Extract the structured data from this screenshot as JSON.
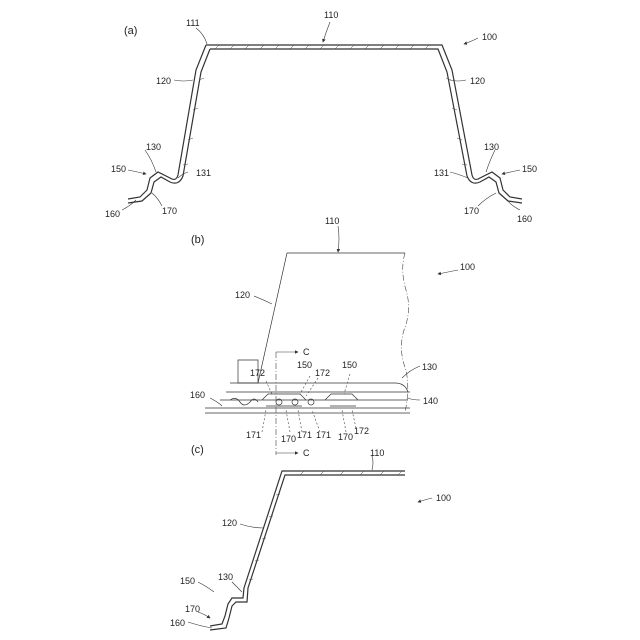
{
  "panels": {
    "a": "(a)",
    "b": "(b)",
    "c": "(c)"
  },
  "labels_a": {
    "r110": "110",
    "r111": "111",
    "r100": "100",
    "r120l": "120",
    "r120r": "120",
    "r130l": "130",
    "r130r": "130",
    "r131l": "131",
    "r131r": "131",
    "r150l": "150",
    "r150r": "150",
    "r160l": "160",
    "r160r": "160",
    "r170l": "170",
    "r170r": "170"
  },
  "labels_b": {
    "r110": "110",
    "r100": "100",
    "r120": "120",
    "c_top": "C",
    "c_bot": "C",
    "r172a": "172",
    "r150a": "150",
    "r172b": "172",
    "r150b": "150",
    "r130": "130",
    "r160": "160",
    "r140": "140",
    "r171a": "171",
    "r170a": "170",
    "r171b": "171",
    "r171c": "171",
    "r170b": "170",
    "r172c": "172"
  },
  "labels_c": {
    "r110": "110",
    "r100": "100",
    "r120": "120",
    "r150": "150",
    "r130": "130",
    "r170": "170",
    "r160": "160"
  }
}
